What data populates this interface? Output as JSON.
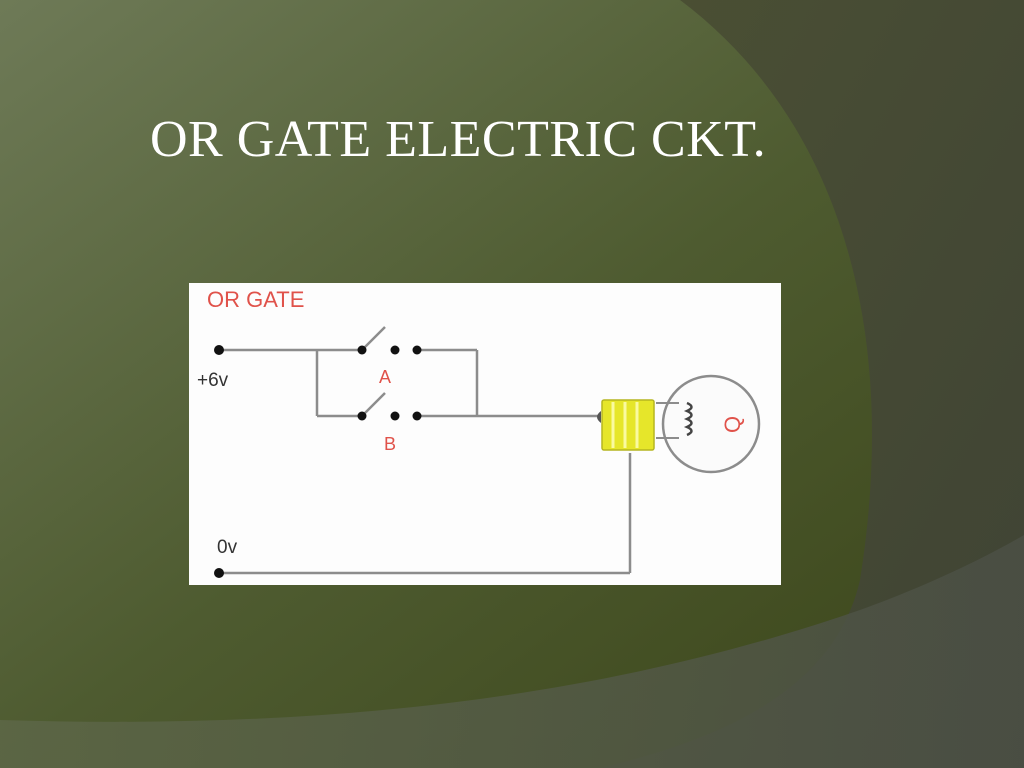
{
  "slide": {
    "title": "OR GATE ELECTRIC CKT."
  },
  "diagram": {
    "heading": "OR GATE",
    "supply_label": "+6v",
    "ground_label": "0v",
    "switch_a_label": "A",
    "switch_b_label": "B",
    "lamp_label": "Q"
  },
  "colors": {
    "slide_bg": "#525e36",
    "heading_red": "#e0524a",
    "wire": "#8c8c8c",
    "bulb_base": "#e6e62a",
    "text_dark": "#333333"
  }
}
